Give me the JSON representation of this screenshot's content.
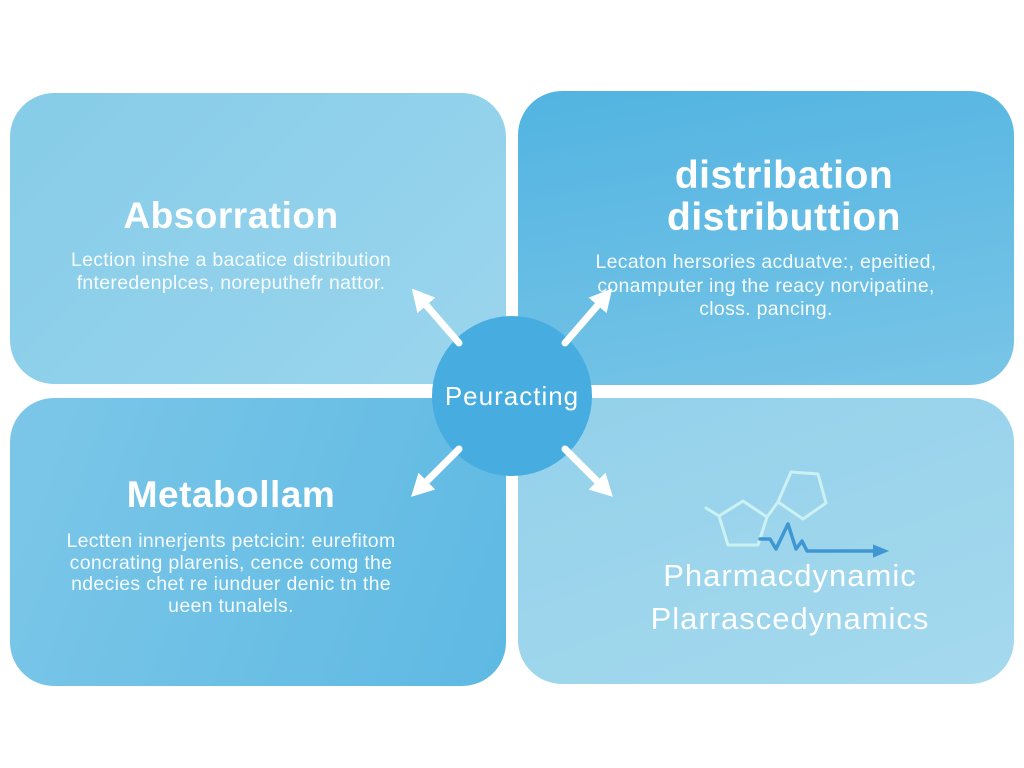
{
  "center": {
    "label": "Peuracting"
  },
  "quadrants": {
    "absorption": {
      "title": "Absorration",
      "lines": [
        "Lection inshe a bacatice distribution",
        "fnteredenplces, noreputhefr nattor."
      ]
    },
    "distribution": {
      "title_line1": "distribation",
      "title_line2": "distributtion",
      "lines": [
        "Lecaton hersories acduatve:, epeitied,",
        "conamputer ing the reacy norvipatine,",
        "closs. pancing."
      ]
    },
    "metabolism": {
      "title": "Metabollam",
      "lines": [
        "Lectten innerjents petcicin: eurefitom",
        "concrating plarenis, cence comg the",
        "ndecies chet re iunduer denic tn the",
        "ueen tunalels."
      ]
    },
    "pharmacodynamics": {
      "title_line1": "Pharmacdynamic",
      "title_line2": "Plarrascedynamics"
    }
  },
  "icons": {
    "molecule": "pentagon-molecule-icon",
    "signal": "ecg-arrow-icon",
    "arrows": [
      "arrow-up-left",
      "arrow-up-right",
      "arrow-down-left",
      "arrow-down-right"
    ]
  },
  "colors": {
    "background": "#ffffff",
    "card_top_left": "#8ccfea",
    "card_top_right": "#5cb8e2",
    "card_bottom_left": "#6fc1e5",
    "card_bottom_right": "#9ad4ec",
    "circle": "#47ace0",
    "arrow": "#ffffff",
    "title_text": "#ffffff",
    "molecule_outline": "#ccf1f2",
    "signal_line": "#3e96d3"
  }
}
